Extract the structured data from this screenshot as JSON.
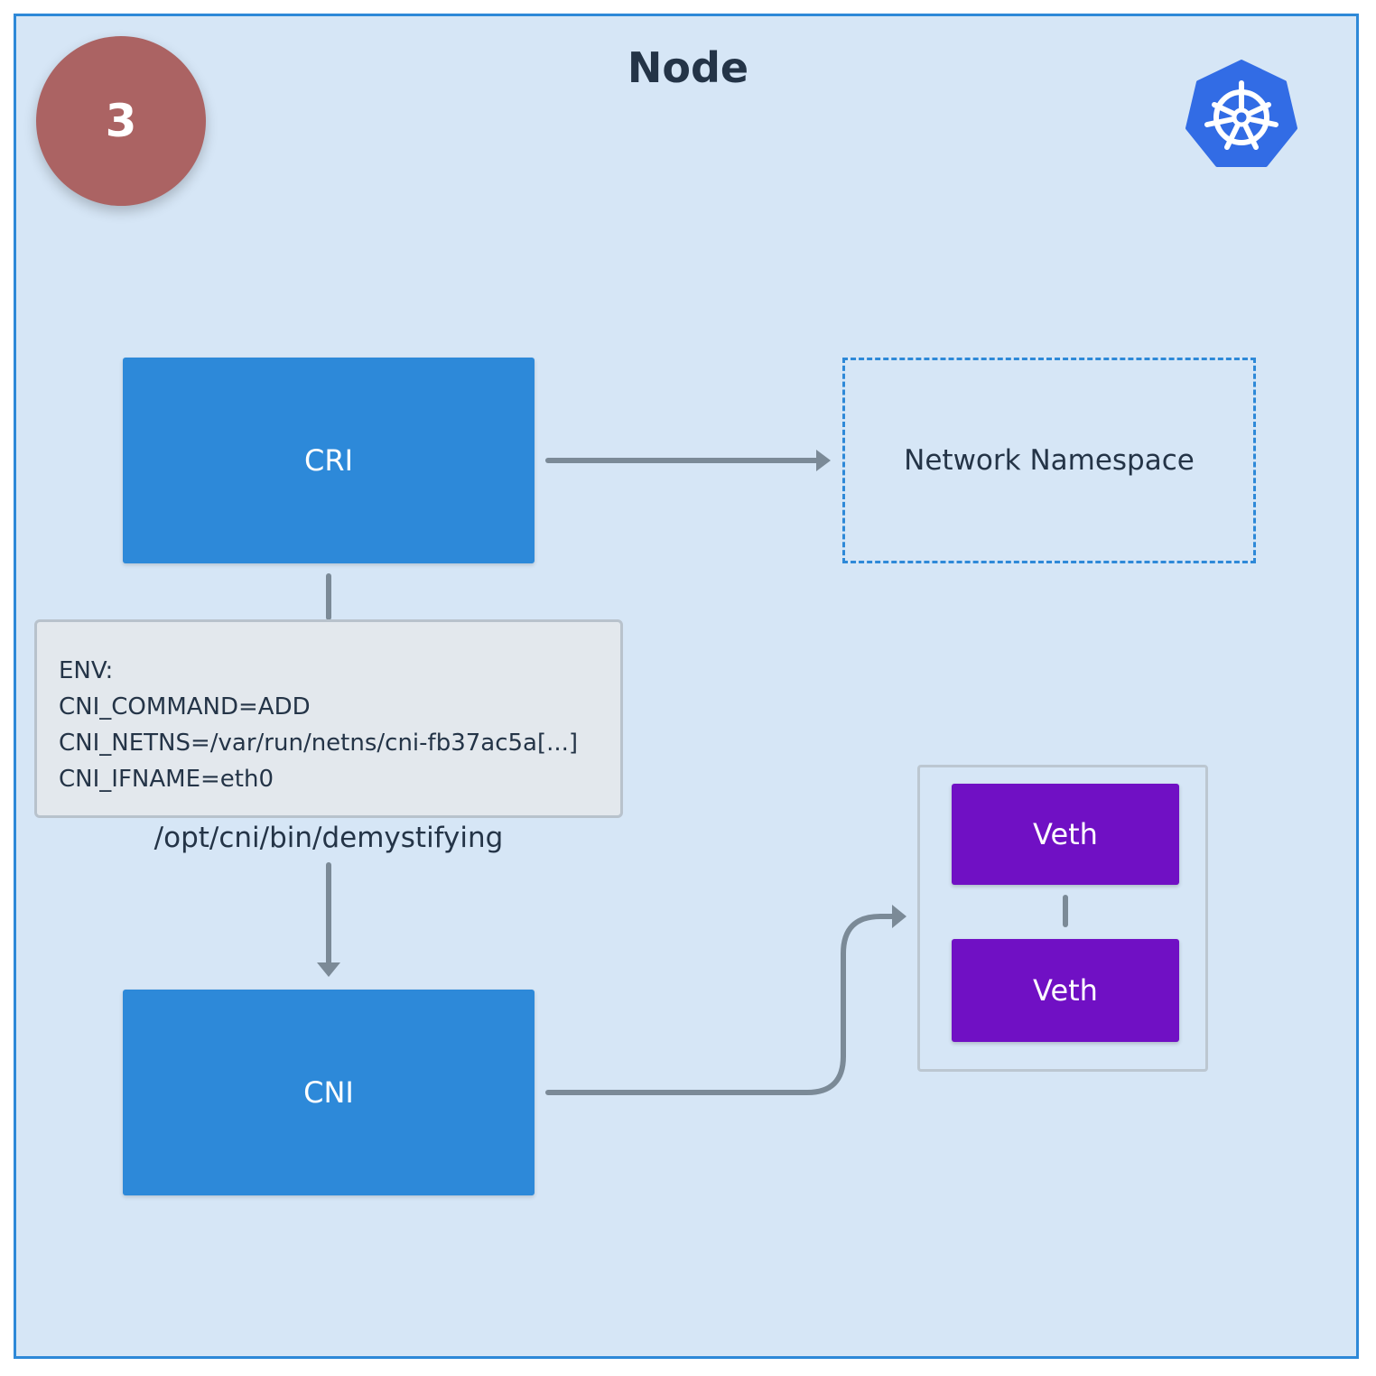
{
  "node": {
    "title": "Node",
    "step_number": "3",
    "logo_icon": "kubernetes-helm-icon"
  },
  "cri": {
    "label": "CRI"
  },
  "network_namespace": {
    "label": "Network Namespace"
  },
  "env": {
    "lines": [
      "ENV:",
      "CNI_COMMAND=ADD",
      "CNI_NETNS=/var/run/netns/cni-fb37ac5a[...]",
      "CNI_IFNAME=eth0"
    ]
  },
  "plugin_path": "/opt/cni/bin/demystifying",
  "cni": {
    "label": "CNI"
  },
  "veth_pair": {
    "top_label": "Veth",
    "bottom_label": "Veth"
  },
  "colors": {
    "node_background": "#d6e6f6",
    "node_border": "#2e89d8",
    "badge": "#ab6363",
    "component_blue": "#2d89d9",
    "veth_purple": "#7010c4",
    "connector": "#7b8a97",
    "kubernetes_blue": "#326ce5"
  }
}
